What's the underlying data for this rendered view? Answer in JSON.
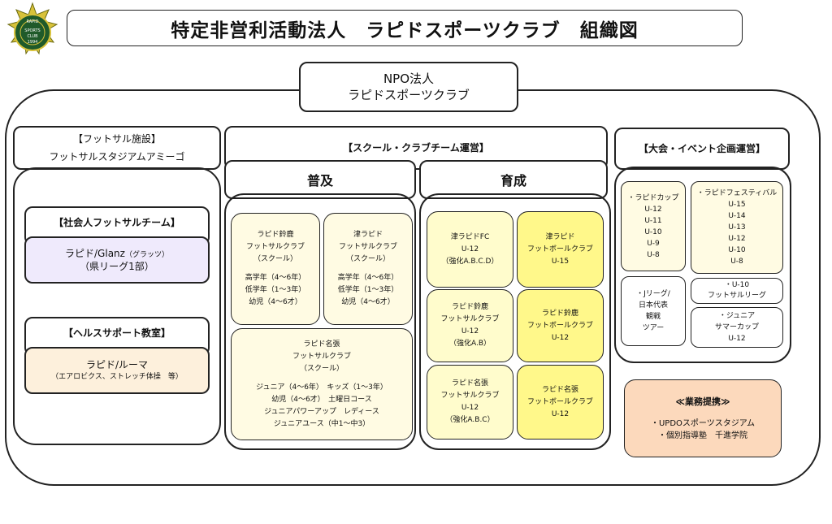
{
  "logo": {
    "ring_top": "RAPID",
    "ring_bottom": "SPORTS",
    "middle": "CLUB",
    "year": "1994"
  },
  "title": "特定非営利活動法人　ラピドスポーツクラブ　組織図",
  "root": {
    "line1": "NPO法人",
    "line2": "ラピドスポーツクラブ"
  },
  "facility": {
    "header": "【フットサル施設】",
    "name": "フットサルスタジアムアミーゴ",
    "adult_team": {
      "header": "【社会人フットサルチーム】",
      "line1": "ラピド/Glanz",
      "line1_note": "（グラッツ）",
      "line2": "（県リーグ1部）"
    },
    "health": {
      "header": "【ヘルスサポート教室】",
      "line1": "ラピド/ルーマ",
      "line2": "（エアロビクス、ストレッチ体操　等）"
    }
  },
  "school": {
    "header": "【スクール・クラブチーム運営】",
    "fukyu": {
      "title": "普及",
      "suzuka": {
        "lines": [
          "ラピド鈴鹿",
          "フットサルクラブ",
          "（スクール）",
          "",
          "高学年（4～6年）",
          "低学年（1～3年）",
          "幼児（4～6才）"
        ]
      },
      "tsu": {
        "lines": [
          "津ラピド",
          "フットサルクラブ",
          "（スクール）",
          "",
          "高学年（4～6年）",
          "低学年（1～3年）",
          "幼児（4～6才）"
        ]
      },
      "nabari": {
        "lines": [
          "ラピド名張",
          "フットサルクラブ",
          "（スクール）",
          "",
          "ジュニア（4～6年）　キッズ（1～3年）",
          "幼児（4～6才）　土曜日コース",
          "ジュニアパワーアップ　レディース",
          "ジュニアユース（中1～中3）"
        ]
      }
    },
    "ikusei": {
      "title": "育成",
      "tsu_fc": {
        "lines": [
          "津ラピドFC",
          "U-12",
          "（強化A.B.C.D）"
        ]
      },
      "tsu_football": {
        "lines": [
          "津ラピド",
          "フットボールクラブ",
          "U-15"
        ]
      },
      "suzuka_futsal": {
        "lines": [
          "ラピド鈴鹿",
          "フットサルクラブ",
          "U-12",
          "（強化A.B）"
        ]
      },
      "suzuka_football": {
        "lines": [
          "ラピド鈴鹿",
          "フットボールクラブ",
          "U-12"
        ]
      },
      "nabari_futsal": {
        "lines": [
          "ラピド名張",
          "フットサルクラブ",
          "U-12",
          "（強化A.B.C）"
        ]
      },
      "nabari_football": {
        "lines": [
          "ラピド名張",
          "フットボールクラブ",
          "U-12"
        ]
      }
    }
  },
  "events": {
    "header": "【大会・イベント企画運営】",
    "cup": {
      "lines": [
        "・ラピドカップ",
        "U-12",
        "U-11",
        "U-10",
        "U-9",
        "U-8"
      ]
    },
    "festival": {
      "lines": [
        "・ラピドフェスティバル",
        "U-15",
        "U-14",
        "U-13",
        "U-12",
        "U-10",
        "U-8"
      ]
    },
    "jleague": {
      "lines": [
        "・Jリーグ/",
        "日本代表",
        "観戦",
        "ツアー"
      ]
    },
    "u10": {
      "lines": [
        "・U-10",
        "フットサルリーグ"
      ]
    },
    "junior": {
      "lines": [
        "・ジュニア",
        "サマーカップ",
        "U-12"
      ]
    }
  },
  "partners": {
    "header": "≪業務提携≫",
    "line1": "・UPDOスポーツスタジアム",
    "line2": "・個別指導塾　千進学院"
  },
  "colors": {
    "cream": "#fffbe3",
    "yellow": "#fff88a",
    "lavender": "#efeafc",
    "peach": "#fdf0dc",
    "salmon": "#fcd9bc",
    "logo_green": "#1f5a2a",
    "logo_gold": "#d8c23a"
  }
}
